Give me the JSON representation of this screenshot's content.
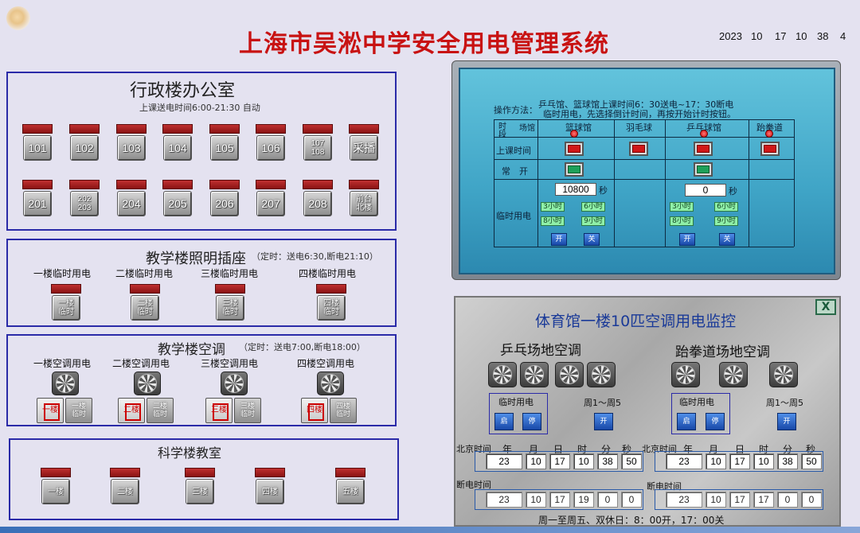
{
  "header": {
    "title": "上海市吴淞中学安全用电管理系统",
    "clock": [
      "2023",
      "10",
      "17",
      "10",
      "38",
      "4"
    ]
  },
  "admin": {
    "title": "行政楼办公室",
    "subtitle": "上课送电时间6:00-21:30 自动",
    "rooms_row1": [
      "101",
      "102",
      "103",
      "104",
      "105",
      "106",
      "107\n108",
      "采播"
    ],
    "rooms_row2": [
      "201",
      "202\n203",
      "204",
      "205",
      "206",
      "207",
      "208",
      "前台\n北楼"
    ]
  },
  "lighting": {
    "title": "教学楼照明插座",
    "subtitle": "（定时：送电6:30,断电21:10）",
    "floors": [
      "一楼临时用电",
      "二楼临时用电",
      "三楼临时用电",
      "四楼临时用电"
    ],
    "buttons": [
      "一楼\n临时",
      "二楼\n临时",
      "三楼\n临时",
      "四楼\n临时"
    ]
  },
  "aircon": {
    "title": "教学楼空调",
    "subtitle": "（定时：送电7:00,断电18:00）",
    "floors": [
      "一楼空调用电",
      "二楼空调用电",
      "三楼空调用电",
      "四楼空调用电"
    ],
    "left_buttons": [
      "一楼",
      "二楼",
      "三楼",
      "四楼"
    ],
    "right_buttons": [
      "一楼\n临时",
      "二楼\n临时",
      "三楼\n临时",
      "四楼\n临时"
    ]
  },
  "science": {
    "title": "科学楼教室",
    "buttons": [
      "一楼",
      "二楼",
      "三楼",
      "四楼",
      "五楼"
    ]
  },
  "stadium_panel": {
    "note_line1": "乒乓馆、篮球馆上课时间6：30送电~17：30断电",
    "op_label": "操作方法：",
    "note_line2": "临时用电，先选择倒计时间，再按开始计时按钮。",
    "corner_top": "场馆",
    "corner_bottom": "时\n段",
    "venues": [
      "篮球馆",
      "羽毛球",
      "乒乓球馆",
      "跆拳道"
    ],
    "rows": [
      "上课时间",
      "常　开",
      "临时用电"
    ],
    "countdown_1": "10800",
    "countdown_2": "0",
    "sec_unit": "秒",
    "time_btns": [
      "3小时",
      "6小时",
      "8小时",
      "9小时"
    ],
    "start_btn": "开",
    "stop_btn": "关"
  },
  "gym_ac": {
    "title": "体育馆一楼10匹空调用电监控",
    "close_label": "X",
    "left_title": "乒乓场地空调",
    "right_title": "跆拳道场地空调",
    "temp_label": "临时用电",
    "weekday_label": "周1～周5",
    "btn_on": "启",
    "btn_stop": "停",
    "btn_open": "开",
    "bj_label": "北京时间",
    "dt_headers": [
      "年",
      "月",
      "日",
      "时",
      "分",
      "秒"
    ],
    "left_time": [
      "23",
      "10",
      "17",
      "10",
      "38",
      "50"
    ],
    "right_time": [
      "23",
      "10",
      "17",
      "10",
      "38",
      "50"
    ],
    "cut_label": "断电时间",
    "left_cut": [
      "23",
      "10",
      "17",
      "19",
      "0",
      "0"
    ],
    "right_cut": [
      "23",
      "10",
      "17",
      "17",
      "0",
      "0"
    ],
    "footer": "周一至周五、双休日：8：00开，17：00关"
  },
  "colors": {
    "title_red": "#c81212",
    "panel_border": "#2a2aa8",
    "scada_blue": "#3fa4c6"
  }
}
